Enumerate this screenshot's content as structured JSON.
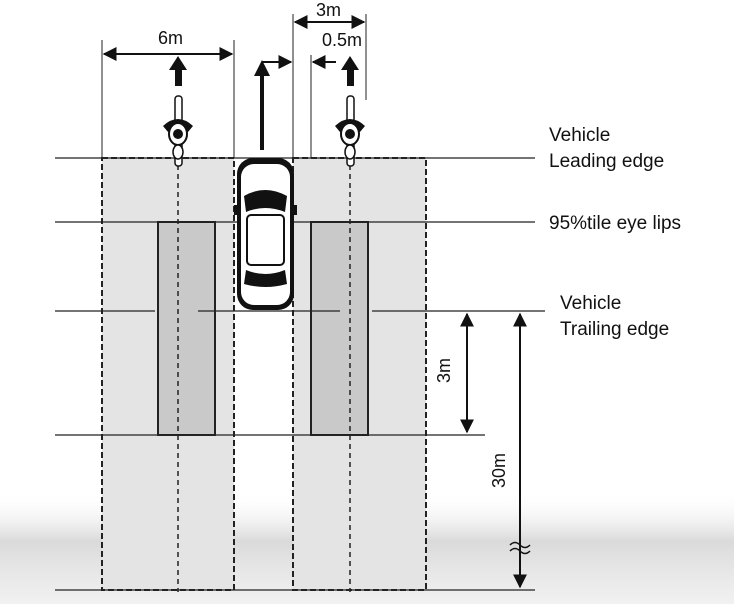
{
  "labels": {
    "vehicle_leading_edge": [
      "Vehicle",
      "Leading edge"
    ],
    "eye_lips": "95%tile eye lips",
    "vehicle_trailing_edge": [
      "Vehicle",
      "Trailing edge"
    ]
  },
  "dimensions": {
    "zone_width": "6m",
    "lateral_offset": "3m",
    "clearance": "0.5m",
    "zone_length": "3m",
    "total_length": "30m"
  },
  "colors": {
    "zone_fill": "#e4e4e4",
    "inner_fill": "#c9c9c9",
    "line": "#222222",
    "ground_shadow": "#d9d9d9"
  },
  "icons": {
    "vehicle": "car-top-view-icon",
    "cyclist": "cyclist-top-view-icon",
    "arrow": "arrow-up-icon"
  }
}
